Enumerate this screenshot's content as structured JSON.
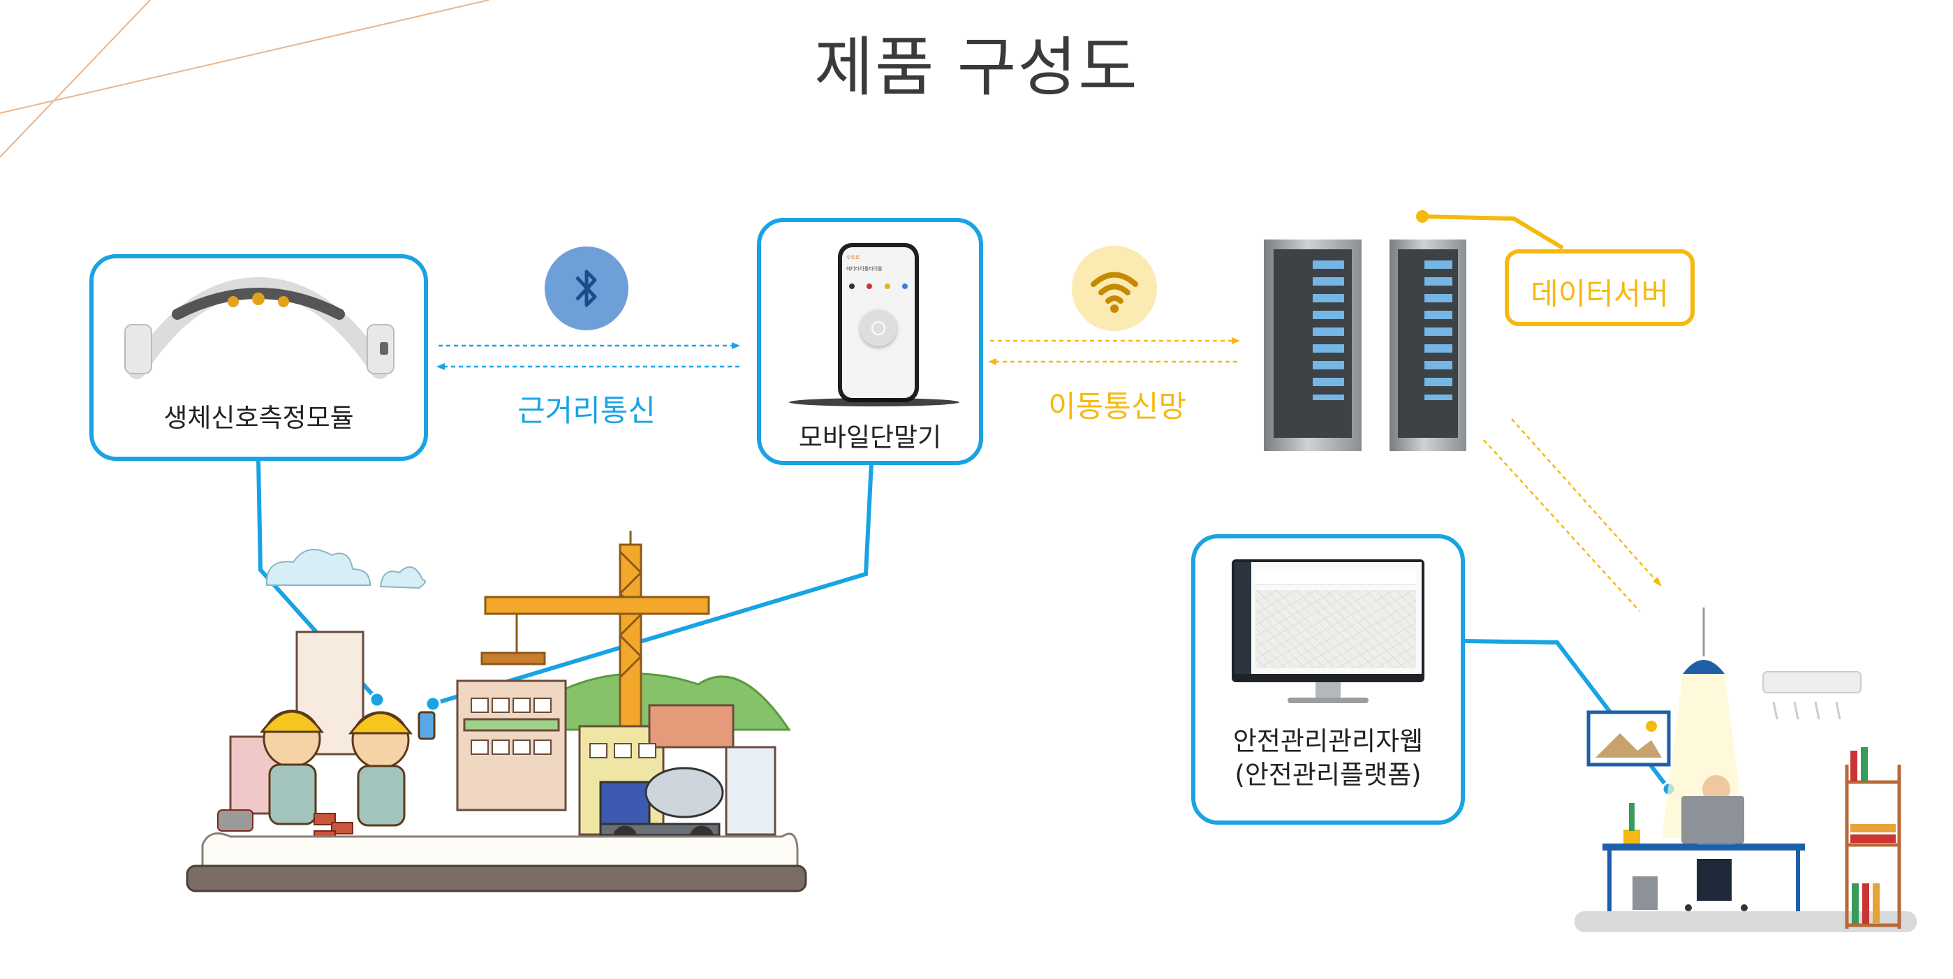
{
  "title": "제품 구성도",
  "nodes": {
    "sensor_module": {
      "label": "생체신호측정모듈"
    },
    "mobile_terminal": {
      "label": "모바일단말기",
      "screen_title": "헤더타이틀타이틀",
      "screen_header": "우트로"
    },
    "data_server": {
      "label": "데이터서버"
    },
    "admin_web": {
      "line1": "안전관리관리자웹",
      "line2": "(안전관리플랫폼)"
    }
  },
  "links": {
    "short_range": {
      "label": "근거리통신",
      "icon": "bluetooth-icon"
    },
    "mobile_network": {
      "label": "이동통신망",
      "icon": "wifi-icon"
    }
  },
  "colors": {
    "accent_blue": "#1aa3e4",
    "accent_yellow": "#f5b90f",
    "bluetooth_circle": "#6f9fd8",
    "wifi_circle": "#fbeab2",
    "title_text": "#3a3a3a"
  }
}
